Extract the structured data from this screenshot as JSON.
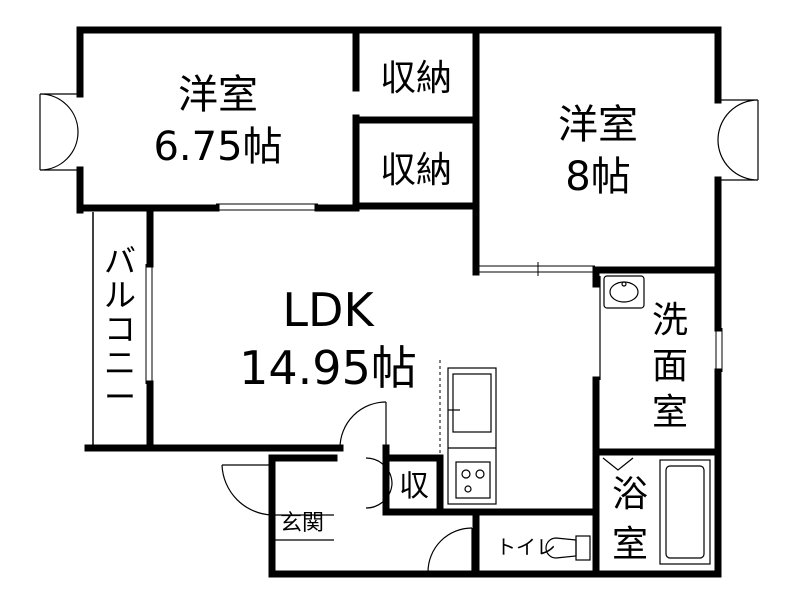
{
  "rooms": {
    "western_room_1": {
      "name": "洋室",
      "size": "6.75帖"
    },
    "western_room_2": {
      "name": "洋室",
      "size": "8帖"
    },
    "storage_1": "収納",
    "storage_2": "収納",
    "ldk": {
      "name": "LDK",
      "size": "14.95帖"
    },
    "balcony": [
      "バ",
      "ル",
      "コ",
      "ニ",
      "ー"
    ],
    "washroom": [
      "洗",
      "面",
      "室"
    ],
    "bathroom": [
      "浴",
      "室"
    ],
    "small_storage": "収",
    "entrance": "玄関",
    "toilet": "トイレ"
  }
}
